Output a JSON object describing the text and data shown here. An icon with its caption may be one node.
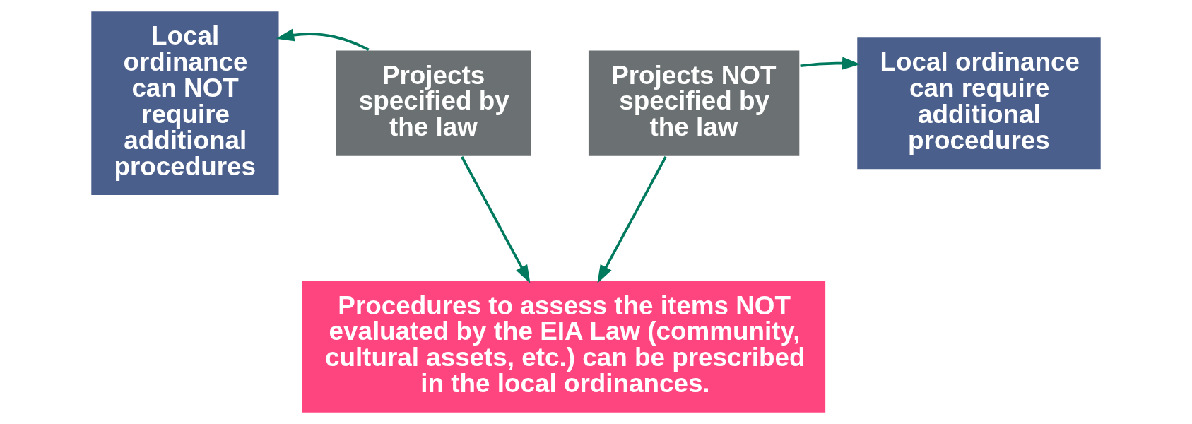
{
  "diagram": {
    "nodes": [
      {
        "text": [
          "Local ordinance can NOT require additional procedures"
        ]
      },
      {
        "text": [
          "Projects specified by the law"
        ]
      },
      {
        "text": [
          "Projects NOT specified by the law"
        ]
      },
      {
        "text": [
          "Local ordinance can require additional procedures"
        ]
      },
      {
        "text": [
          "Procedures to assess the items NOT evaluated by the EIA Law (community, cultural assets, etc.) can be prescribed in the local ordinances."
        ]
      }
    ],
    "edges": [
      {
        "from": 1,
        "to": 0,
        "arrow": "to"
      },
      {
        "from": 2,
        "to": 3,
        "arrow": "to"
      },
      {
        "from": 1,
        "to": 4,
        "arrow": "to"
      },
      {
        "from": 2,
        "to": 4,
        "arrow": "to"
      }
    ]
  }
}
